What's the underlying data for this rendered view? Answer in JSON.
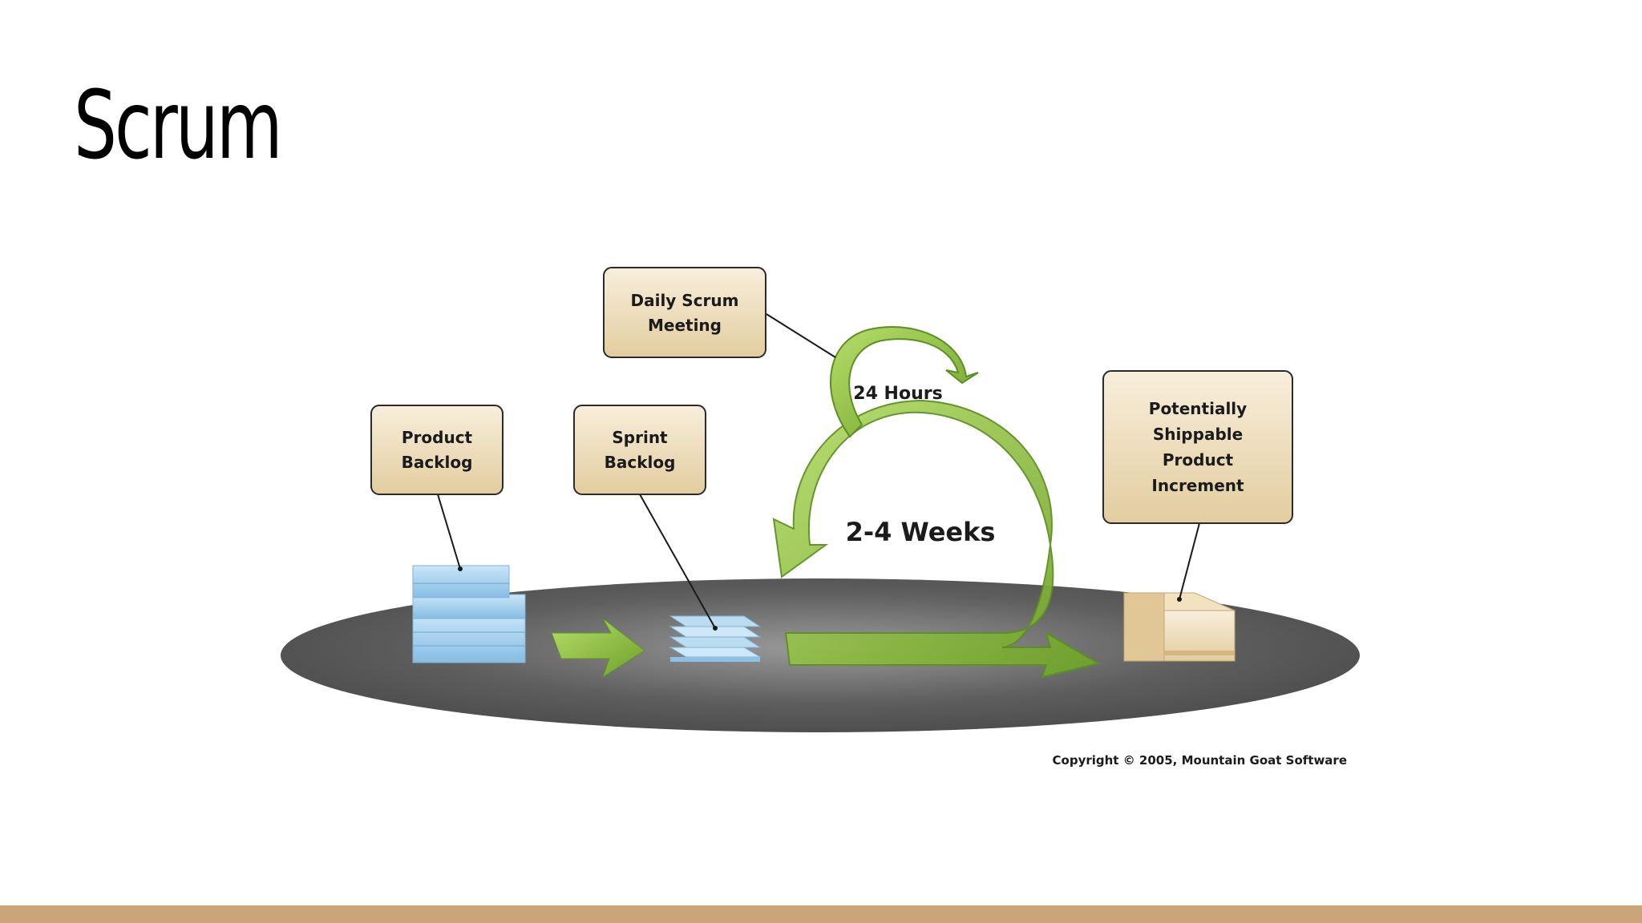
{
  "slide": {
    "title": "Scrum"
  },
  "diagram": {
    "labels": {
      "daily_scrum": [
        "Daily Scrum",
        "Meeting"
      ],
      "product_backlog": [
        "Product",
        "Backlog"
      ],
      "sprint_backlog": [
        "Sprint",
        "Backlog"
      ],
      "increment": [
        "Potentially",
        "Shippable",
        "Product",
        "Increment"
      ],
      "hours": "24 Hours",
      "weeks": "2-4 Weeks"
    },
    "copyright": "Copyright © 2005, Mountain Goat Software",
    "colors": {
      "label_box_fill": "#ecdcba",
      "arrow_green": "#8cbf3f",
      "platform_gray": "#6b6b6b",
      "backlog_blue": "#9ccbea",
      "box_tan": "#e8cfa0",
      "footer_bar": "#cba57a"
    }
  }
}
